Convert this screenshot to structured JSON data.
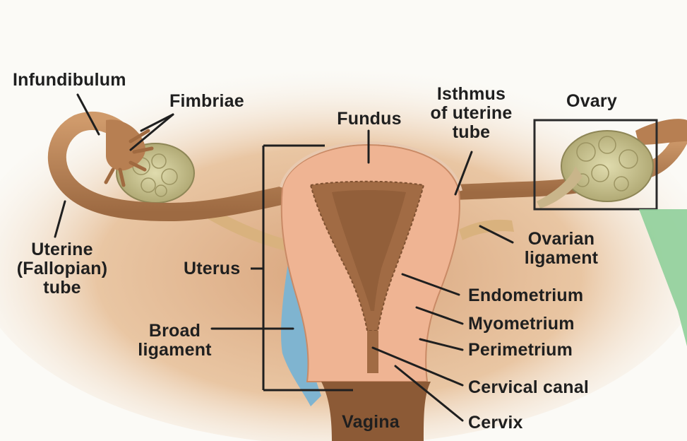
{
  "labels": {
    "infundibulum": "Infundibulum",
    "fimbriae": "Fimbriae",
    "fundus": "Fundus",
    "isthmus": [
      "Isthmus",
      "of uterine",
      "tube"
    ],
    "ovary": "Ovary",
    "uterine_tube": [
      "Uterine",
      "(Fallopian)",
      "tube"
    ],
    "uterus": "Uterus",
    "ovarian_ligament": [
      "Ovarian",
      "ligament"
    ],
    "endometrium": "Endometrium",
    "myometrium": "Myometrium",
    "broad_ligament": [
      "Broad",
      "ligament"
    ],
    "perimetrium": "Perimetrium",
    "cervical_canal": "Cervical canal",
    "vagina": "Vagina",
    "cervix": "Cervix"
  },
  "colors": {
    "background_glow": "#e9c6a3",
    "tube": "#b77f52",
    "myometrium": "#efb493",
    "endometrium": "#a16b44",
    "broad_ligament": "#7fb4d0",
    "ovary": "#c8c08c",
    "highlight_box": "#2a2a2a",
    "zoom_wedge": "#8fcf9a"
  }
}
